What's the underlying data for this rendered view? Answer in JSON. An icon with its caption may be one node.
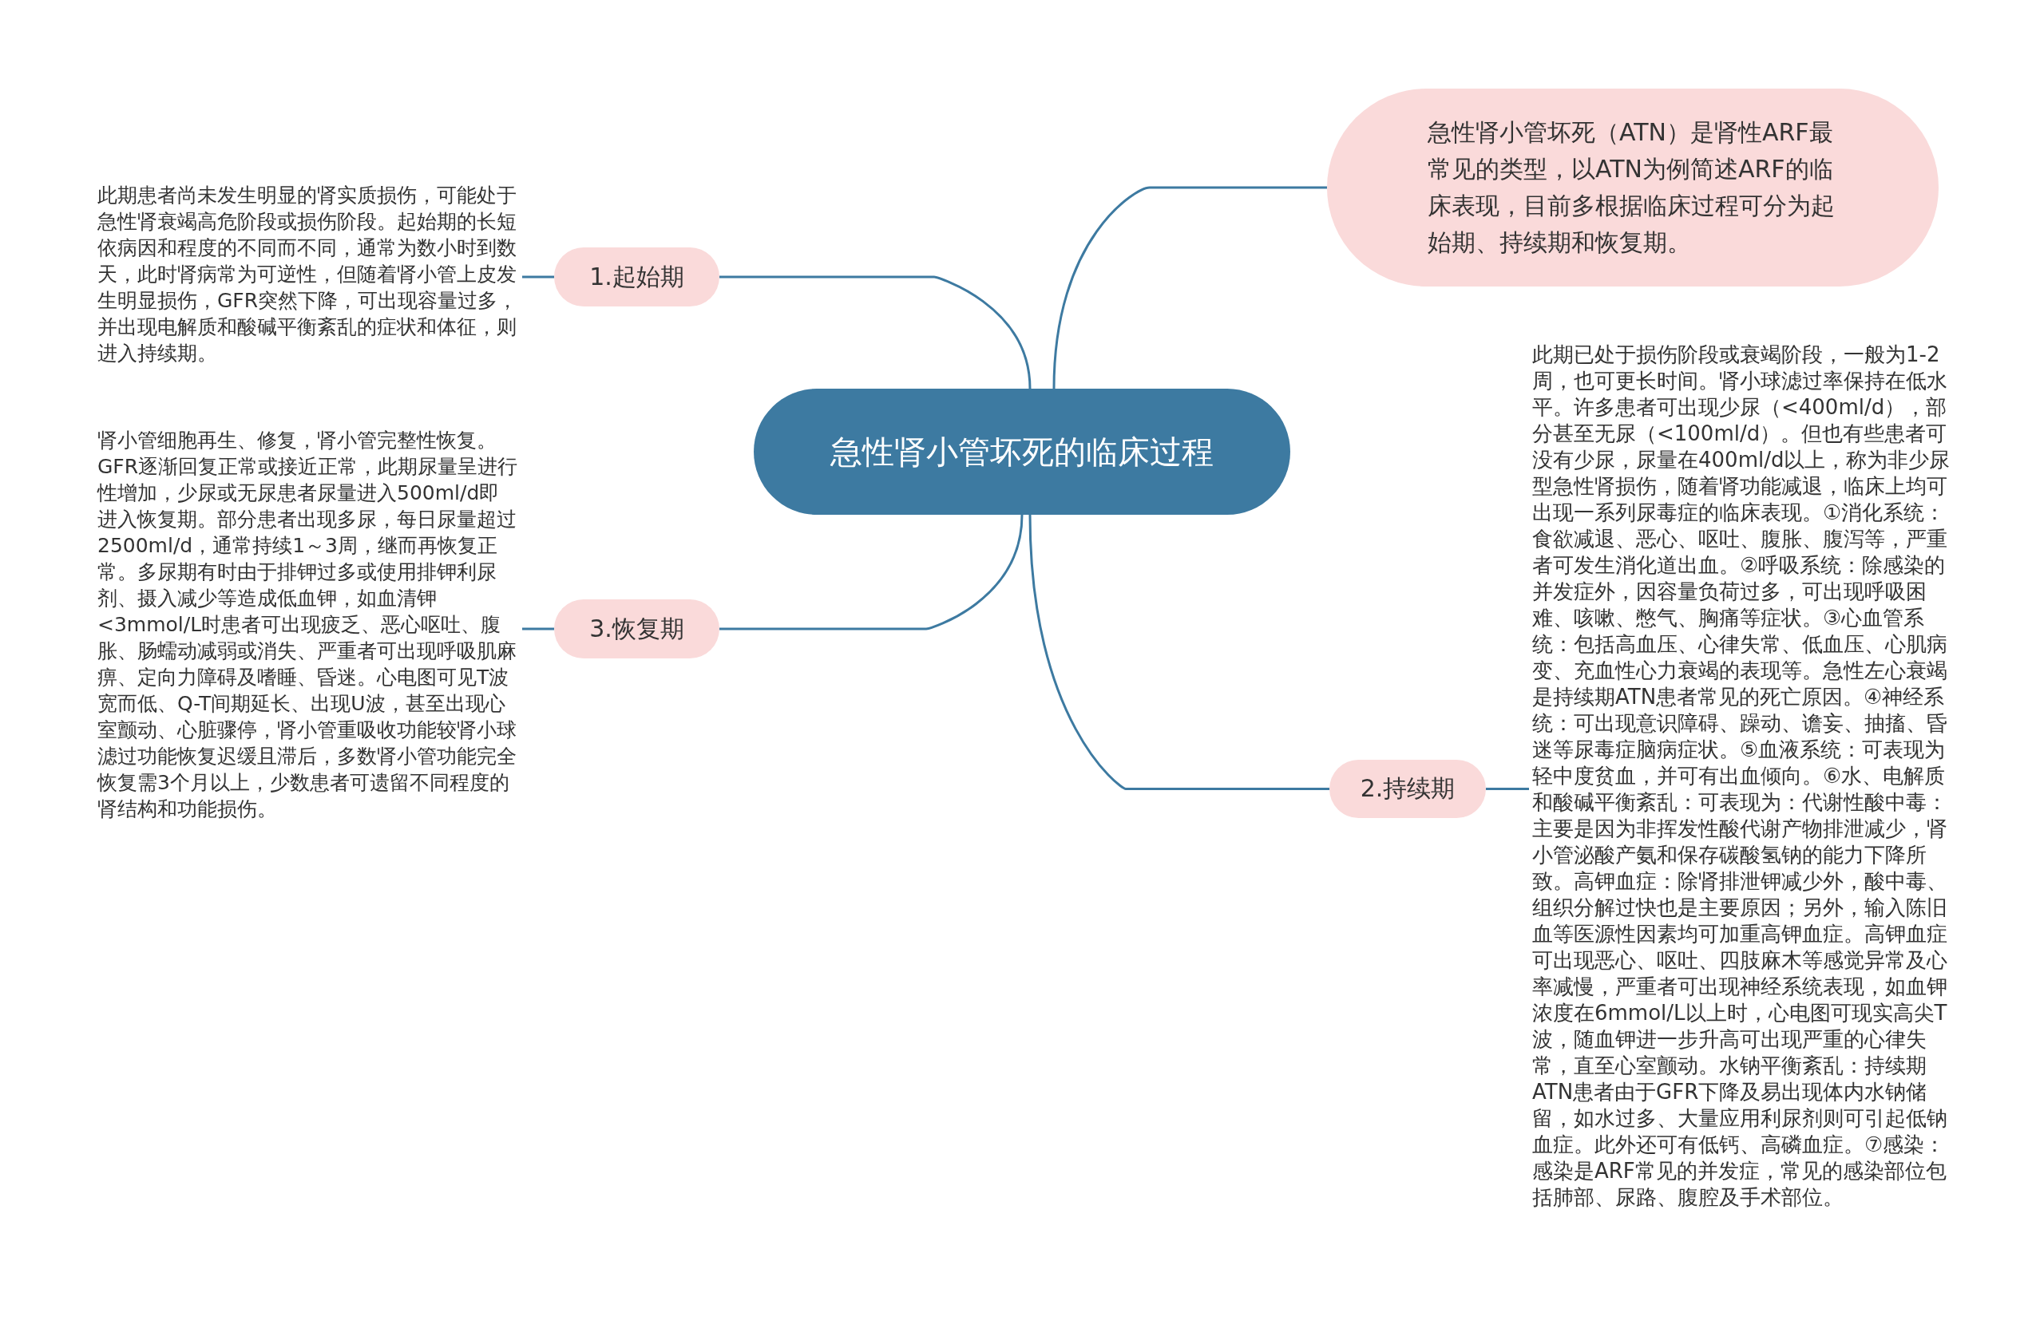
{
  "diagram": {
    "nodes": [
      {
        "text": [
          "急性肾小管坏死的临床过程"
        ]
      },
      {
        "text": [
          "急性肾小管坏死（ATN）是肾性ARF最常见的类型，以ATN为例简述ARF的临床表现，目前多根据临床过程可分为起始期、持续期和恢复期。"
        ]
      },
      {
        "text": [
          "1.起始期"
        ]
      },
      {
        "text": [
          "此期患者尚未发生明显的肾实质损伤，可能处于急性肾衰竭高危阶段或损伤阶段。起始期的长短依病因和程度的不同而不同，通常为数小时到数天，此时肾病常为可逆性，但随着肾小管上皮发生明显损伤，GFR突然下降，可出现容量过多，并出现电解质和酸碱平衡紊乱的症状和体征，则进入持续期。"
        ]
      },
      {
        "text": [
          "3.恢复期"
        ]
      },
      {
        "text": [
          "肾小管细胞再生、修复，肾小管完整性恢复。GFR逐渐回复正常或接近正常，此期尿量呈进行性增加，少尿或无尿患者尿量进入500ml/d即进入恢复期。部分患者出现多尿，每日尿量超过2500ml/d，通常持续1～3周，继而再恢复正常。多尿期有时由于排钾过多或使用排钾利尿剂、摄入减少等造成低血钾，如血清钾<3mmol/L时患者可出现疲乏、恶心呕吐、腹胀、肠蠕动减弱或消失、严重者可出现呼吸肌麻痹、定向力障碍及嗜睡、昏迷。心电图可见T波宽而低、Q-T间期延长、出现U波，甚至出现心室颤动、心脏骤停，肾小管重吸收功能较肾小球滤过功能恢复迟缓且滞后，多数肾小管功能完全恢复需3个月以上，少数患者可遗留不同程度的肾结构和功能损伤。"
        ]
      },
      {
        "text": [
          "2.持续期"
        ]
      },
      {
        "text": [
          "此期已处于损伤阶段或衰竭阶段，一般为1-2周，也可更长时间。肾小球滤过率保持在低水平。许多患者可出现少尿（<400ml/d），部分甚至无尿（<100ml/d）。但也有些患者可没有少尿，尿量在400ml/d以上，称为非少尿型急性肾损伤，随着肾功能减退，临床上均可出现一系列尿毒症的临床表现。①消化系统：食欲减退、恶心、呕吐、腹胀、腹泻等，严重者可发生消化道出血。②呼吸系统：除感染的并发症外，因容量负荷过多，可出现呼吸困难、咳嗽、憋气、胸痛等症状。③心血管系统：包括高血压、心律失常、低血压、心肌病变、充血性心力衰竭的表现等。急性左心衰竭是持续期ATN患者常见的死亡原因。④神经系统：可出现意识障碍、躁动、谵妄、抽搐、昏迷等尿毒症脑病症状。⑤血液系统：可表现为轻中度贫血，并可有出血倾向。⑥水、电解质和酸碱平衡紊乱：可表现为：代谢性酸中毒：主要是因为非挥发性酸代谢产物排泄减少，肾小管泌酸产氨和保存碳酸氢钠的能力下降所致。高钾血症：除肾排泄钾减少外，酸中毒、组织分解过快也是主要原因；另外，输入陈旧血等医源性因素均可加重高钾血症。高钾血症可出现恶心、呕吐、四肢麻木等感觉异常及心率减慢，严重者可出现神经系统表现，如血钾浓度在6mmol/L以上时，心电图可现实高尖T波，随血钾进一步升高可出现严重的心律失常，直至心室颤动。水钠平衡紊乱：持续期ATN患者由于GFR下降及易出现体内水钠储留，如水过多、大量应用利尿剂则可引起低钠血症。此外还可有低钙、高磷血症。⑦感染：感染是ARF常见的并发症，常见的感染部位包括肺部、尿路、腹腔及手术部位。"
        ]
      }
    ],
    "edges": [
      {
        "from": 0,
        "to": 1,
        "arrow": "none"
      },
      {
        "from": 0,
        "to": 2,
        "arrow": "none"
      },
      {
        "from": 2,
        "to": 3,
        "arrow": "none"
      },
      {
        "from": 0,
        "to": 4,
        "arrow": "none"
      },
      {
        "from": 4,
        "to": 5,
        "arrow": "none"
      },
      {
        "from": 0,
        "to": 6,
        "arrow": "none"
      },
      {
        "from": 6,
        "to": 7,
        "arrow": "none"
      }
    ]
  }
}
